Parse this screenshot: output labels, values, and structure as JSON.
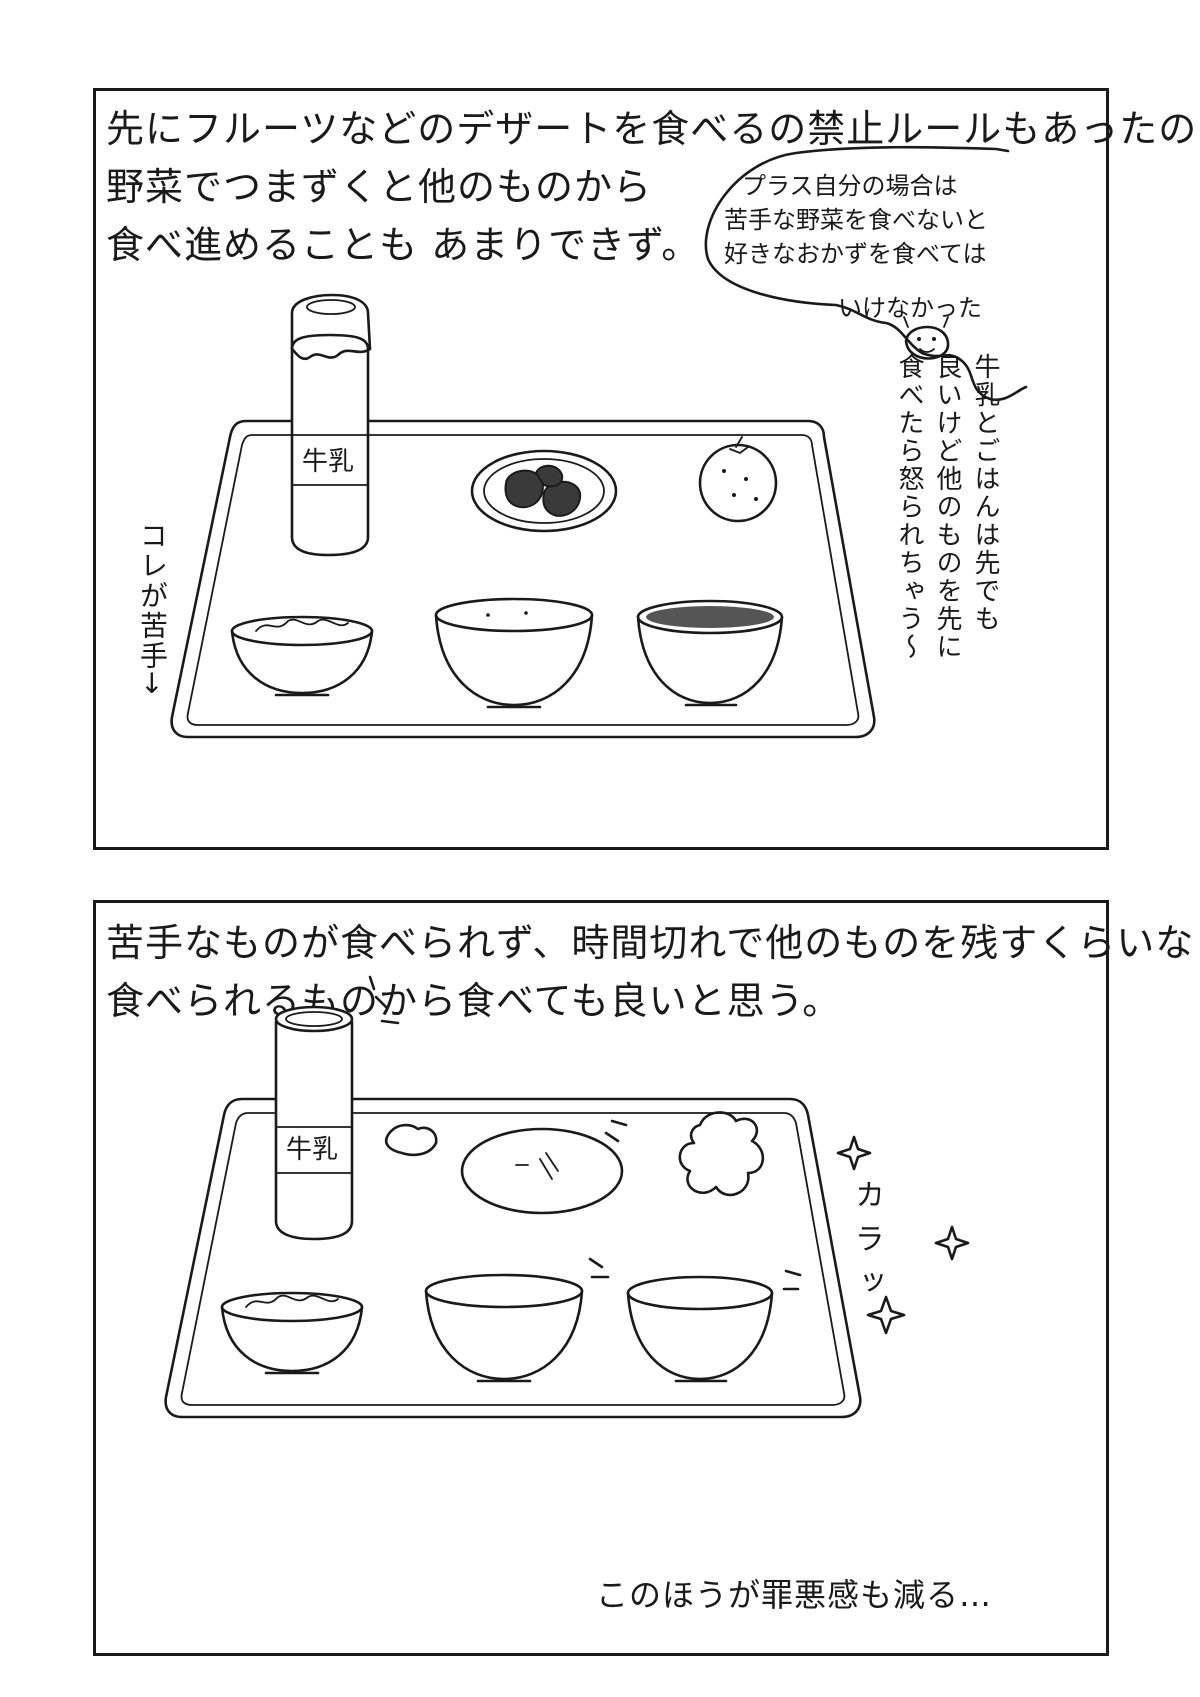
{
  "panel1": {
    "narration": [
      "先にフルーツなどのデザートを食べるの禁止ルールもあったので",
      "野菜でつまずくと他のものから",
      "食べ進めることも あまりできず。"
    ],
    "thought_bubble": [
      "プラス自分の場合は",
      "苦手な野菜を食べないと",
      "好きなおかずを食べては",
      "いけなかった"
    ],
    "label_left": "コレが苦手→",
    "milk_label": "牛乳",
    "side_note": [
      "牛乳とごはんは先でも",
      "良いけど他のものを先に",
      "食べたら怒られちゃう〜"
    ]
  },
  "panel2": {
    "narration": [
      "苦手なものが食べられず、時間切れで他のものを残すくらいなら",
      "食べられるものから食べても良いと思う。"
    ],
    "milk_label": "牛乳",
    "sfx": "カラッ",
    "bottom_text": "このほうが罪悪感も減る…"
  }
}
